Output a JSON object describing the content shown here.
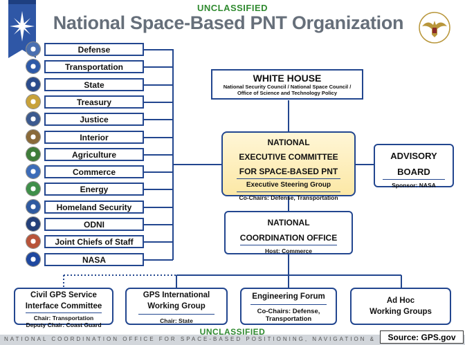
{
  "header": {
    "classification": "UNCLASSIFIED",
    "title": "National Space-Based PNT Organization"
  },
  "departments": [
    {
      "label": "Defense",
      "seal_color": "#4a6fb0"
    },
    {
      "label": "Transportation",
      "seal_color": "#2e5aa8"
    },
    {
      "label": "State",
      "seal_color": "#2b4c8c"
    },
    {
      "label": "Treasury",
      "seal_color": "#c8a23a"
    },
    {
      "label": "Justice",
      "seal_color": "#3c5a8f"
    },
    {
      "label": "Interior",
      "seal_color": "#8a6a3a"
    },
    {
      "label": "Agriculture",
      "seal_color": "#3f7d3a"
    },
    {
      "label": "Commerce",
      "seal_color": "#3d6cb8"
    },
    {
      "label": "Energy",
      "seal_color": "#3f8f4a"
    },
    {
      "label": "Homeland Security",
      "seal_color": "#2f5aa0"
    },
    {
      "label": "ODNI",
      "seal_color": "#24407a"
    },
    {
      "label": "Joint Chiefs of Staff",
      "seal_color": "#b8543a"
    },
    {
      "label": "NASA",
      "seal_color": "#1f48a0"
    }
  ],
  "white_house": {
    "title": "WHITE HOUSE",
    "subtitle_line1": "National Security Council / National Space Council /",
    "subtitle_line2": "Office of Science and Technology Policy"
  },
  "executive_committee": {
    "title_line1": "NATIONAL",
    "title_line2": "EXECUTIVE COMMITTEE",
    "title_line3": "FOR SPACE-BASED PNT",
    "steering_group": "Executive Steering Group",
    "chairs": "Co-Chairs: Defense, Transportation"
  },
  "advisory_board": {
    "title_line1": "ADVISORY",
    "title_line2": "BOARD",
    "sponsor": "Sponsor: NASA"
  },
  "coordination_office": {
    "title_line1": "NATIONAL",
    "title_line2": "COORDINATION OFFICE",
    "host": "Host: Commerce"
  },
  "working_groups": {
    "civil_gps": {
      "title_line1": "Civil GPS Service",
      "title_line2": "Interface Committee",
      "chair": "Chair: Transportation",
      "deputy": "Deputy Chair: Coast Guard"
    },
    "gps_international": {
      "title_line1": "GPS International",
      "title_line2": "Working Group",
      "chair": "Chair: State"
    },
    "engineering_forum": {
      "title": "Engineering Forum",
      "chairs_line1": "Co-Chairs: Defense,",
      "chairs_line2": "Transportation"
    },
    "ad_hoc": {
      "title_line1": "Ad Hoc",
      "title_line2": "Working Groups"
    }
  },
  "footer": {
    "classification": "UNCLASSIFIED",
    "office_text": "NATIONAL COORDINATION OFFICE FOR SPACE-BASED POSITIONING, NAVIGATION & TIMING",
    "source": "Source: GPS.gov"
  },
  "colors": {
    "line_blue": "#22468f",
    "classification_green": "#2f8a2f",
    "title_gray": "#666f7a",
    "committee_fill": "#fce8a6"
  }
}
